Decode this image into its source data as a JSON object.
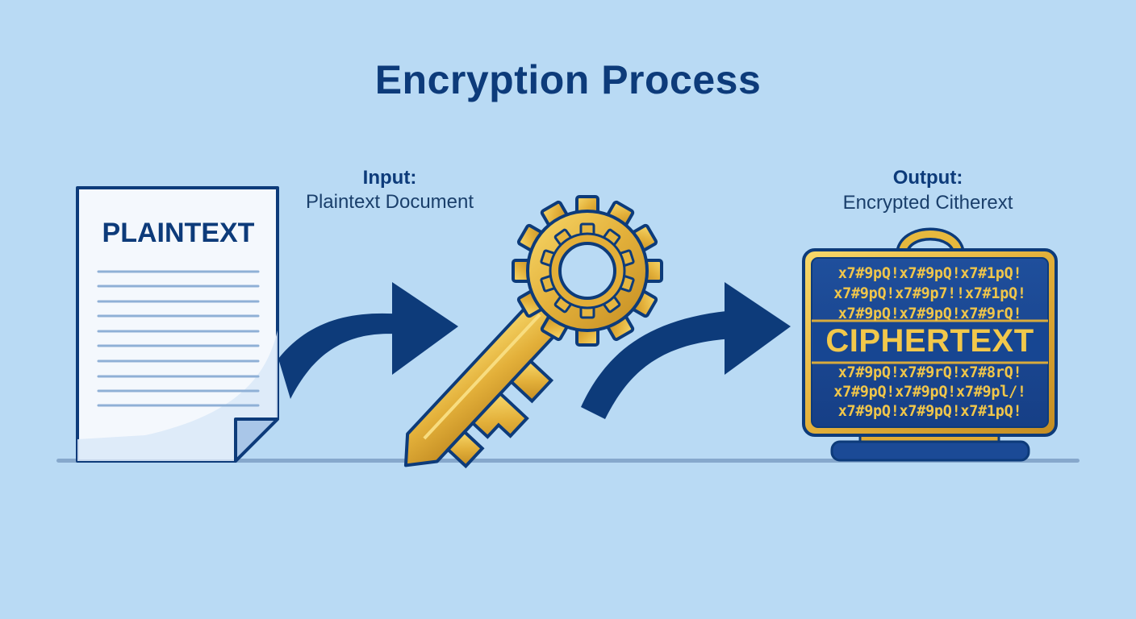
{
  "title": "Encryption Process",
  "input": {
    "heading": "Input:",
    "description": "Plaintext Document"
  },
  "output": {
    "heading": "Output:",
    "description": "Encrypted Citherext"
  },
  "document": {
    "label": "PLAINTEXT"
  },
  "ciphertext": {
    "label": "CIPHERTEXT",
    "lines_top": [
      "x7#9pQ!x7#9pQ!x7#1pQ!",
      "x7#9pQ!x7#9p7!!x7#1pQ!",
      "x7#9pQ!x7#9pQ!x7#9rQ!"
    ],
    "lines_bottom": [
      "x7#9pQ!x7#9rQ!x7#8rQ!",
      "x7#9pQ!x7#9pQ!x7#9pl/!",
      "x7#9pQ!x7#9pQ!x7#1pQ!"
    ]
  },
  "colors": {
    "background": "#b9daf4",
    "navy": "#0d3b7a",
    "gold": "#e8b93a",
    "paper": "#f4f8fd"
  }
}
